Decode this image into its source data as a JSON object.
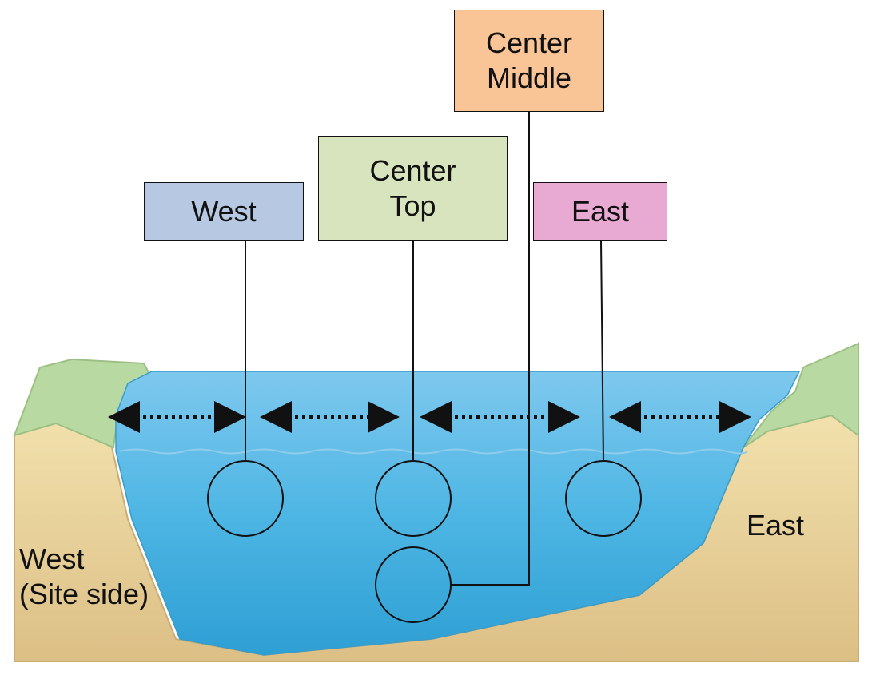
{
  "labels": {
    "west": "West",
    "center_top": "Center\nTop",
    "center_middle": "Center\nMiddle",
    "east": "East"
  },
  "banks": {
    "west": "West\n(Site side)",
    "east": "East"
  },
  "colors": {
    "west_box": "#b7c9e2",
    "center_top_box": "#d7e4bd",
    "center_middle_box": "#f9c597",
    "east_box": "#e8a9d2",
    "water": "#3fb0e0",
    "bank_soil": "#e9d49b",
    "bank_grass": "#b7d7a0"
  }
}
